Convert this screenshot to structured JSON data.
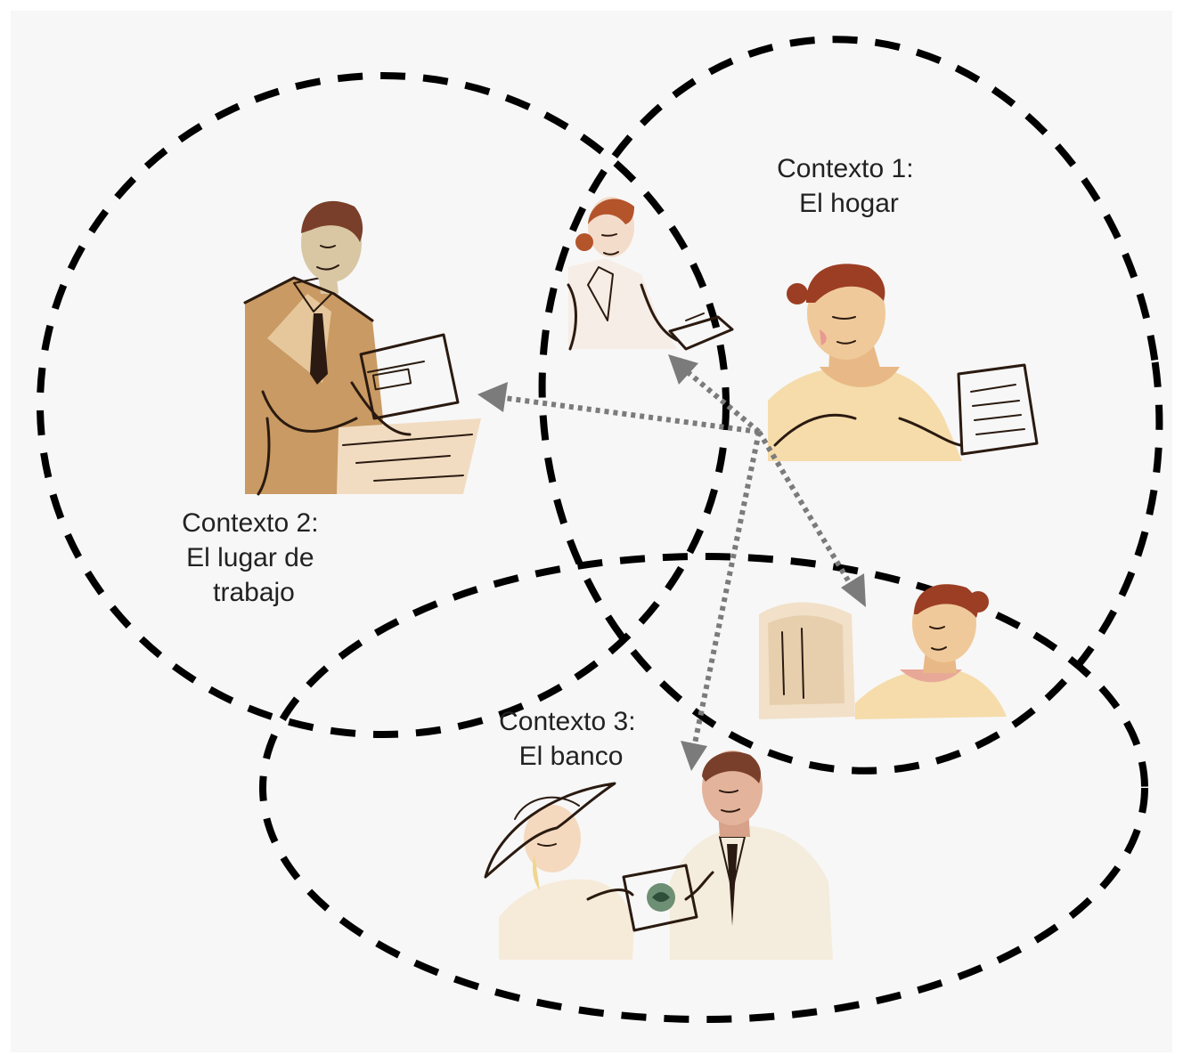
{
  "contexts": [
    {
      "id": "hogar",
      "label_lines": [
        "Contexto 1:",
        "El hogar"
      ]
    },
    {
      "id": "trabajo",
      "label_lines": [
        "Contexto 2:",
        "El lugar de",
        "trabajo"
      ]
    },
    {
      "id": "banco",
      "label_lines": [
        "Contexto 3:",
        "El banco"
      ]
    }
  ],
  "illustrations": [
    {
      "name": "woman-with-clipboard",
      "context": "shared"
    },
    {
      "name": "office-worker-filing",
      "context": "trabajo"
    },
    {
      "name": "woman-reading-book",
      "context": "hogar"
    },
    {
      "name": "woman-at-computer",
      "context": "shared"
    },
    {
      "name": "customer-and-banker",
      "context": "banco"
    }
  ],
  "colors": {
    "background": "#f7f7f7",
    "ring_stroke": "#000000",
    "connector": "#7b7b7b",
    "label_text": "#222222"
  }
}
